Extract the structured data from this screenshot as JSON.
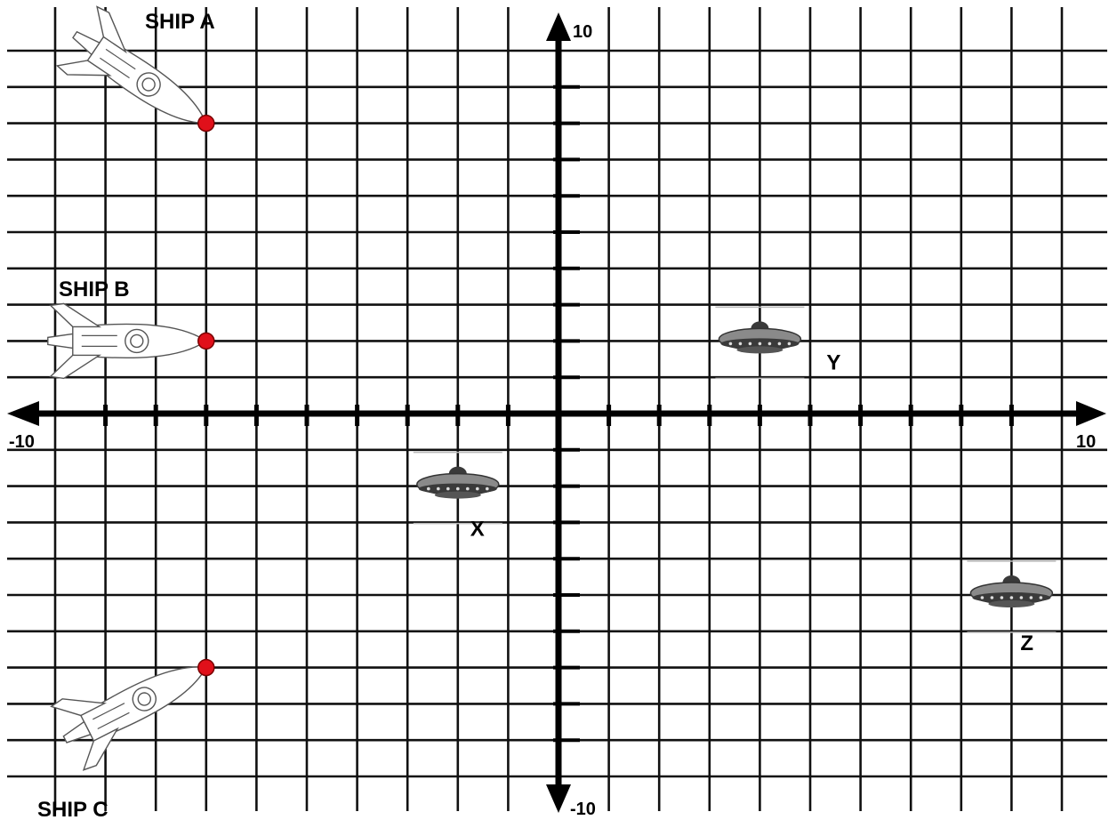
{
  "plane": {
    "x_range": [
      -10,
      10
    ],
    "y_range": [
      -10,
      10
    ],
    "grid": true,
    "axis_labels": {
      "x_min": "-10",
      "x_max": "10",
      "y_max": "10",
      "y_min": "-10"
    }
  },
  "ships": [
    {
      "label": "SHIP A",
      "point": [
        -7,
        8
      ],
      "heading": "down-right",
      "icon": "rocket-icon"
    },
    {
      "label": "SHIP B",
      "point": [
        -7,
        2
      ],
      "heading": "right",
      "icon": "rocket-icon"
    },
    {
      "label": "SHIP C",
      "point": [
        -7,
        -7
      ],
      "heading": "up-right",
      "icon": "rocket-icon"
    }
  ],
  "ufos": [
    {
      "label": "X",
      "point": [
        -2,
        -2
      ],
      "icon": "ufo-icon"
    },
    {
      "label": "Y",
      "point": [
        4,
        2
      ],
      "icon": "ufo-icon"
    },
    {
      "label": "Z",
      "point": [
        9,
        -5
      ],
      "icon": "ufo-icon"
    }
  ],
  "colors": {
    "grid": "#111111",
    "axis": "#000000",
    "point": "#e0101a",
    "ufo_body": "#8a8a8a",
    "ufo_dark": "#3a3a3a"
  }
}
